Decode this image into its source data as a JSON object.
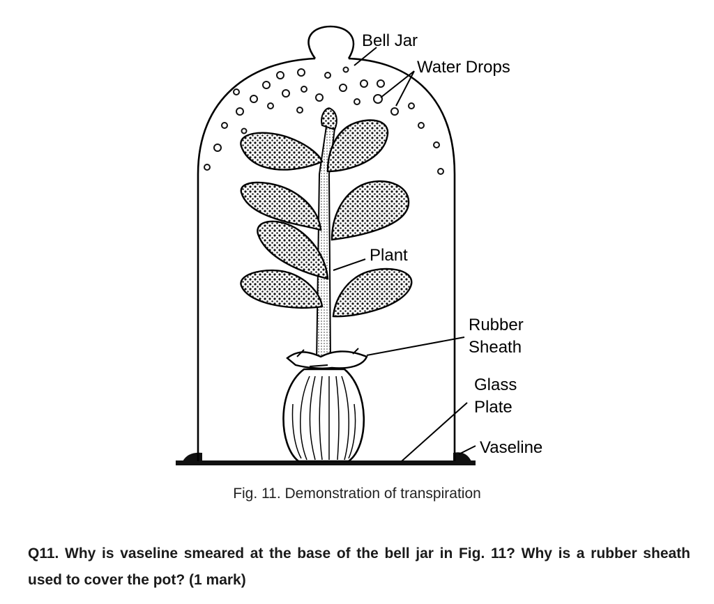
{
  "figure": {
    "labels": {
      "bell_jar": "Bell Jar",
      "water_drops": "Water Drops",
      "plant": "Plant",
      "rubber_sheath_1": "Rubber",
      "rubber_sheath_2": "Sheath",
      "glass_plate_1": "Glass",
      "glass_plate_2": "Plate",
      "vaseline": "Vaseline"
    },
    "caption": "Fig. 11. Demonstration of transpiration"
  },
  "question": {
    "text": "Q11. Why is vaseline smeared at the base of the bell jar in Fig. 11? Why is a rubber sheath used to cover the pot? (1 mark)"
  }
}
